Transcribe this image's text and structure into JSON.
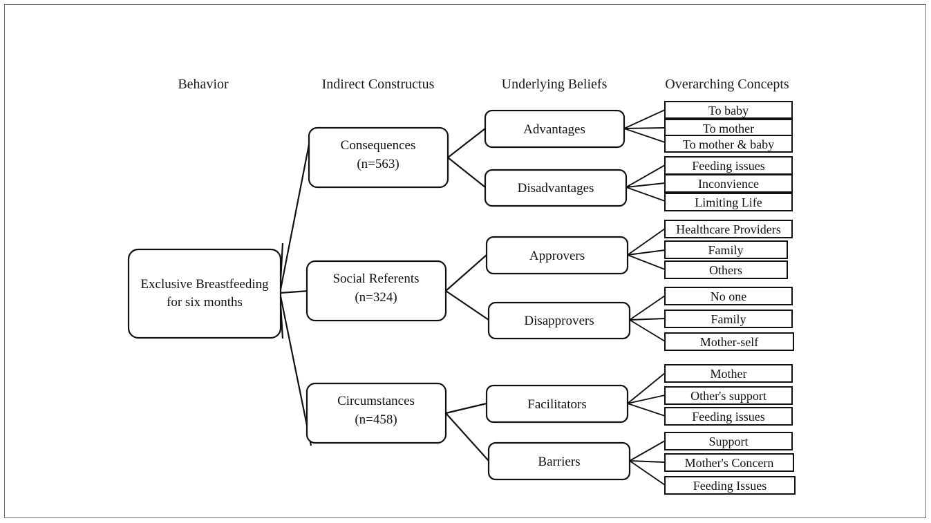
{
  "figure": {
    "type": "hierarchy-tree-diagram",
    "orientation": "left-to-right",
    "levels": 4
  },
  "columns": [
    {
      "key": "behavior",
      "label": "Behavior"
    },
    {
      "key": "indirect_constructus",
      "label": "Indirect Constructus"
    },
    {
      "key": "underlying_beliefs",
      "label": "Underlying Beliefs"
    },
    {
      "key": "overarching_concepts",
      "label": "Overarching Concepts"
    }
  ],
  "root": {
    "line1": "Exclusive Breastfeeding",
    "line2": "for six months"
  },
  "constructs": [
    {
      "name": "Consequences",
      "count": "(n=563)"
    },
    {
      "name": "Social Referents",
      "count": "(n=324)"
    },
    {
      "name": "Circumstances",
      "count": "(n=458)"
    }
  ],
  "beliefs": [
    {
      "label": "Advantages"
    },
    {
      "label": "Disadvantages"
    },
    {
      "label": "Approvers"
    },
    {
      "label": "Disapprovers"
    },
    {
      "label": "Facilitators"
    },
    {
      "label": "Barriers"
    }
  ],
  "concepts": {
    "advantages": [
      "To baby",
      "To mother",
      "To mother & baby"
    ],
    "disadvantages": [
      "Feeding issues",
      "Inconvience",
      "Limiting Life"
    ],
    "approvers": [
      "Healthcare Providers",
      "Family",
      "Others"
    ],
    "disapprovers": [
      "No one",
      "Family",
      "Mother-self"
    ],
    "facilitators": [
      "Mother",
      "Other's support",
      "Feeding issues"
    ],
    "barriers": [
      "Support",
      "Mother's Concern",
      "Feeding Issues"
    ]
  },
  "colors": {
    "stroke": "#111111",
    "background": "#ffffff",
    "frame": "#6f6f6f",
    "text": "#111111"
  }
}
